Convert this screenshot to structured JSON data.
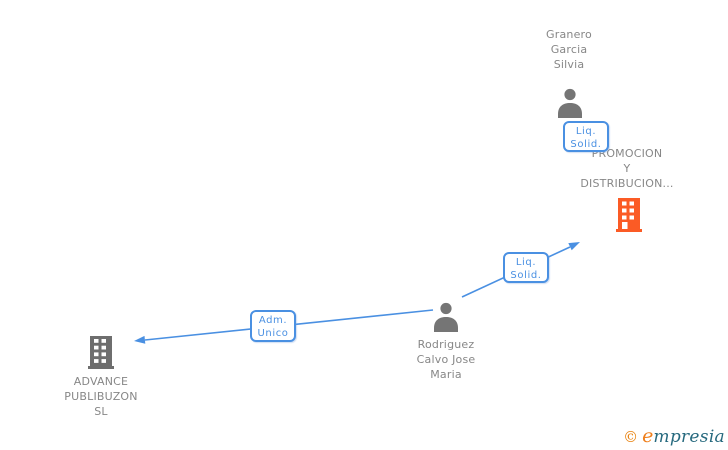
{
  "colors": {
    "edge_blue": "#4a90e2",
    "label_gray": "#878787",
    "person_icon_gray": "#757575",
    "building_icon_gray": "#6e6e6e",
    "building_icon_orange": "#fb5b25",
    "logo_orange": "#ef7e1a",
    "logo_teal": "#26697e"
  },
  "nodes": {
    "granero": {
      "lines": [
        "Granero",
        "Garcia",
        "Silvia"
      ]
    },
    "promocion": {
      "lines": [
        "PROMOCION",
        "Y",
        "DISTRIBUCION..."
      ]
    },
    "rodriguez": {
      "lines": [
        "Rodriguez",
        "Calvo Jose",
        "Maria"
      ]
    },
    "advance": {
      "lines": [
        "ADVANCE",
        "PUBLIBUZON",
        "SL"
      ]
    }
  },
  "edges": {
    "granero_promocion": {
      "lines": [
        "Liq.",
        "Solid."
      ]
    },
    "rodriguez_promocion": {
      "lines": [
        "Liq.",
        "Solid."
      ]
    },
    "rodriguez_advance": {
      "lines": [
        "Adm.",
        "Unico"
      ]
    }
  },
  "footer": {
    "copyright": "©",
    "brand_first": "e",
    "brand_rest": "mpresia"
  }
}
